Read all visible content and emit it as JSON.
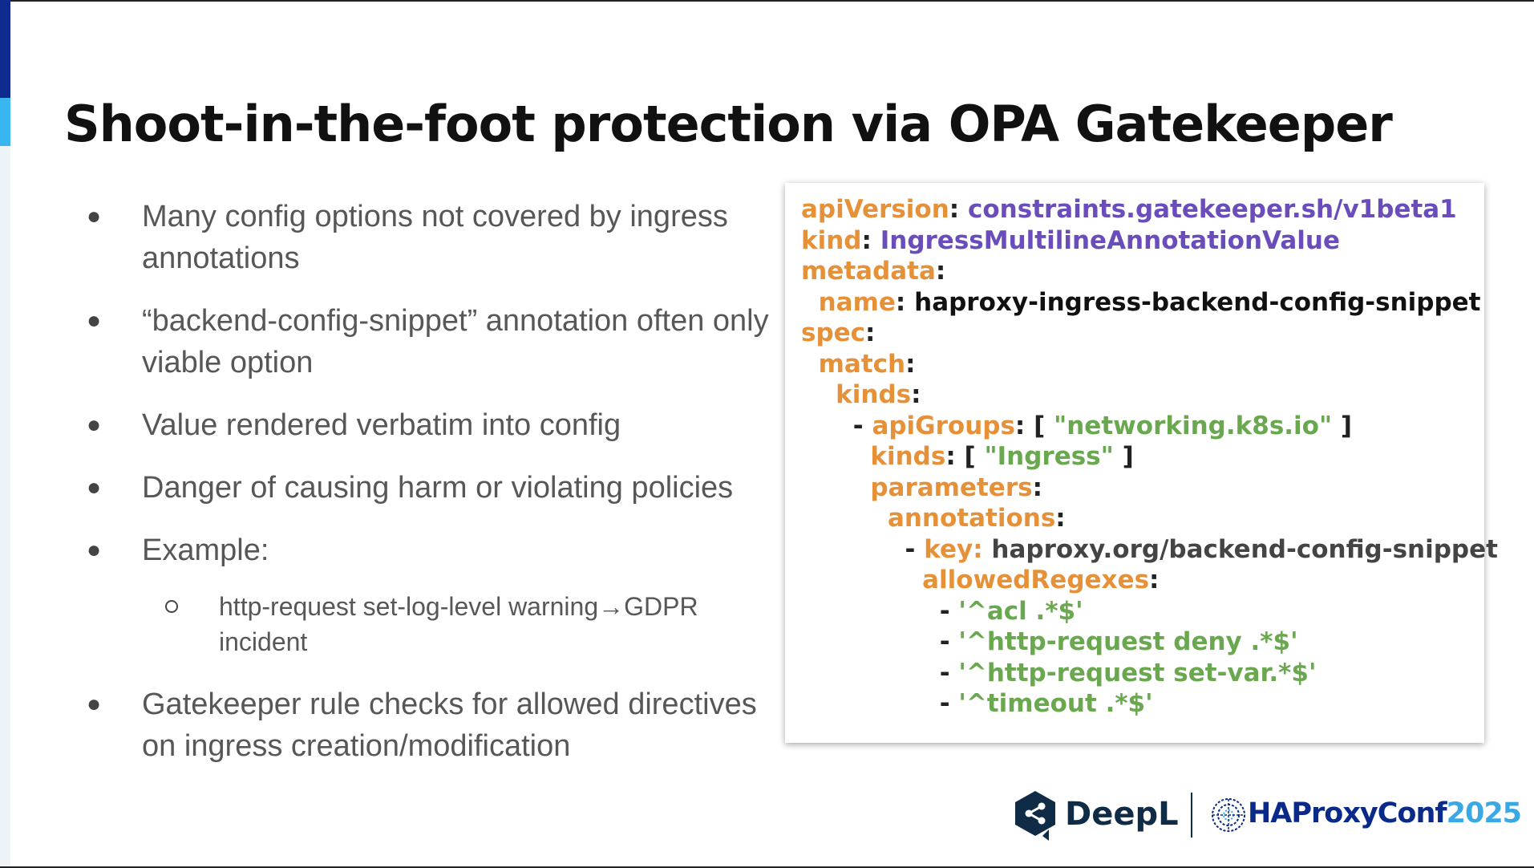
{
  "slide": {
    "title": "Shoot-in-the-foot protection via OPA Gatekeeper"
  },
  "bullets": [
    {
      "text": "Many config options not covered by ingress annotations"
    },
    {
      "text": "“backend-config-snippet” annotation often only viable option"
    },
    {
      "text": "Value rendered verbatim into config"
    },
    {
      "text": "Danger of causing harm or violating policies"
    },
    {
      "text": "Example:"
    },
    {
      "text": "Gatekeeper rule checks for allowed directives on ingress creation/modification"
    }
  ],
  "sub_bullets": [
    {
      "text": "http-request set-log-level warning→GDPR incident"
    }
  ],
  "code": {
    "apiVersion_key": "apiVersion",
    "apiVersion_value": "constraints.gatekeeper.sh/v1beta1",
    "kind_key": "kind",
    "kind_value": "IngressMultilineAnnotationValue",
    "metadata_key": "metadata",
    "name_key": "name",
    "name_value": "haproxy-ingress-backend-config-snippet",
    "spec_key": "spec",
    "match_key": "match",
    "kinds_key": "kinds",
    "apiGroups_key": "apiGroups",
    "apiGroups_value": "\"networking.k8s.io\"",
    "kinds2_key": "kinds",
    "kinds2_value": "\"Ingress\"",
    "parameters_key": "parameters",
    "annotations_key": "annotations",
    "key_key": "key:",
    "key_value": "haproxy.org/backend-config-snippet",
    "allowedRegexes_key": "allowedRegexes",
    "regexes": [
      "'^acl .*$'",
      "'^http-request deny .*$'",
      "'^http-request set-var.*$'",
      "'^timeout .*$'"
    ]
  },
  "footer": {
    "deepl_label": "DeepL",
    "haproxy_label": "HAProxyConf",
    "haproxy_year": "2025"
  },
  "colors": {
    "key": "#e69138",
    "value": "#6a4dbb",
    "string": "#6aa84f",
    "accent_dark": "#0f2b8f",
    "accent_light": "#39b6f0"
  }
}
